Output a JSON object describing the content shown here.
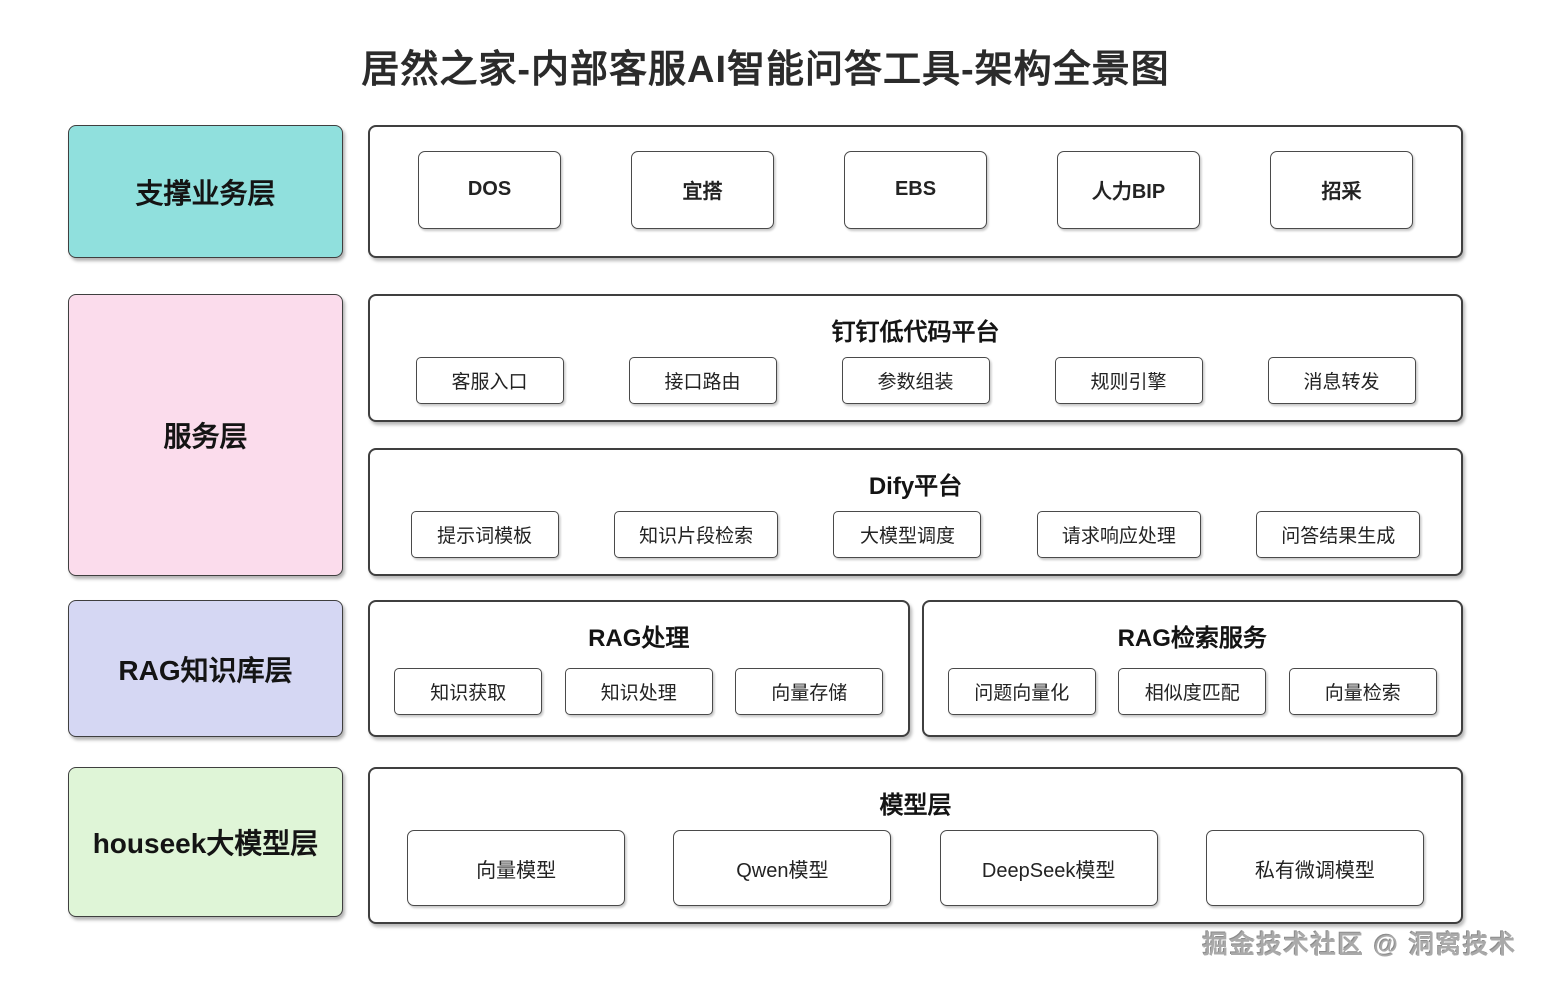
{
  "title": "居然之家-内部客服AI智能问答工具-架构全景图",
  "watermark": "掘金技术社区 @ 洞窝技术",
  "colors": {
    "support_layer": "#90e0dd",
    "service_layer": "#fbdcec",
    "rag_layer": "#d5d7f3",
    "model_layer": "#dff5d7",
    "box_border": "#3f3f3f"
  },
  "layers": [
    {
      "label": "支撑业务层",
      "groups": [
        {
          "title": "",
          "items": [
            "DOS",
            "宜搭",
            "EBS",
            "人力BIP",
            "招采"
          ]
        }
      ]
    },
    {
      "label": "服务层",
      "groups": [
        {
          "title": "钉钉低代码平台",
          "items": [
            "客服入口",
            "接口路由",
            "参数组装",
            "规则引擎",
            "消息转发"
          ]
        },
        {
          "title": "Dify平台",
          "items": [
            "提示词模板",
            "知识片段检索",
            "大模型调度",
            "请求响应处理",
            "问答结果生成"
          ]
        }
      ]
    },
    {
      "label": "RAG知识库层",
      "groups": [
        {
          "title": "RAG处理",
          "items": [
            "知识获取",
            "知识处理",
            "向量存储"
          ]
        },
        {
          "title": "RAG检索服务",
          "items": [
            "问题向量化",
            "相似度匹配",
            "向量检索"
          ]
        }
      ]
    },
    {
      "label": "houseek大模型层",
      "groups": [
        {
          "title": "模型层",
          "items": [
            "向量模型",
            "Qwen模型",
            "DeepSeek模型",
            "私有微调模型"
          ]
        }
      ]
    }
  ]
}
